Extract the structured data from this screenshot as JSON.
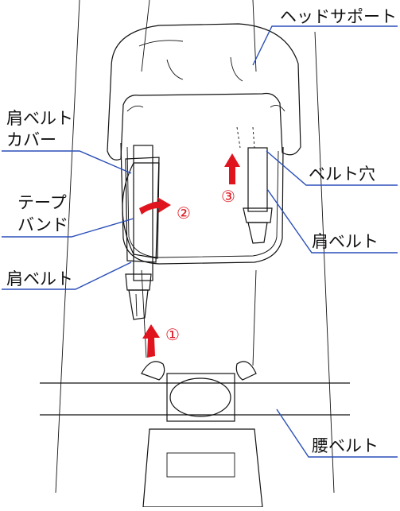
{
  "labels": {
    "head_support": "ヘッドサポート",
    "shoulder_belt_cover_line1": "肩ベルト",
    "shoulder_belt_cover_line2": "カバー",
    "tape_band_line1": "テープ",
    "tape_band_line2": "バンド",
    "shoulder_belt_left": "肩ベルト",
    "belt_hole": "ベルト穴",
    "shoulder_belt_right": "肩ベルト",
    "waist_belt": "腰ベルト"
  },
  "steps": {
    "step1": "①",
    "step2": "②",
    "step3": "③"
  },
  "colors": {
    "arrow": "#e0141e",
    "leader": "#2a4fb8",
    "outline": "#111111"
  }
}
